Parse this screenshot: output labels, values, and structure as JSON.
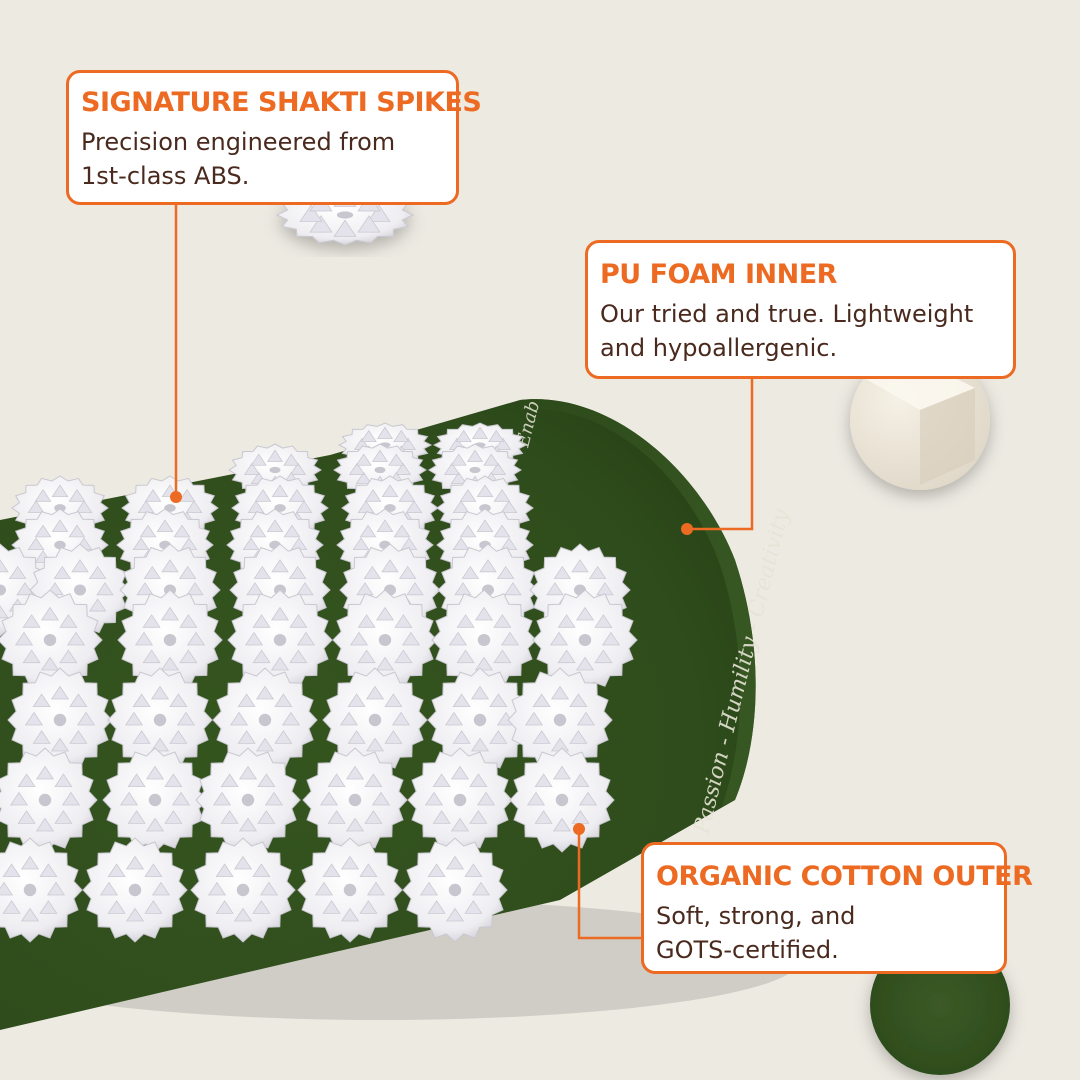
{
  "callouts": {
    "spikes": {
      "title": "SIGNATURE SHAKTI SPIKES",
      "line1": "Precision engineered from",
      "line2": "1st-class ABS."
    },
    "foam": {
      "title": "PU FOAM INNER",
      "line1": "Our tried and true. Lightweight",
      "line2": "and hypoallergenic."
    },
    "cotton": {
      "title": "ORGANIC COTTON OUTER",
      "line1": "Soft, strong, and",
      "line2": "GOTS-certified."
    }
  },
  "mat": {
    "print_text": "Passion - Humility - Creativity",
    "print_text_top": "Enab"
  },
  "colors": {
    "background": "#edeae2",
    "accent": "#ec6a22",
    "mat_green": "#2f4f1e",
    "spike_white": "#f2f1f3",
    "body_text": "#4a2a1e"
  }
}
